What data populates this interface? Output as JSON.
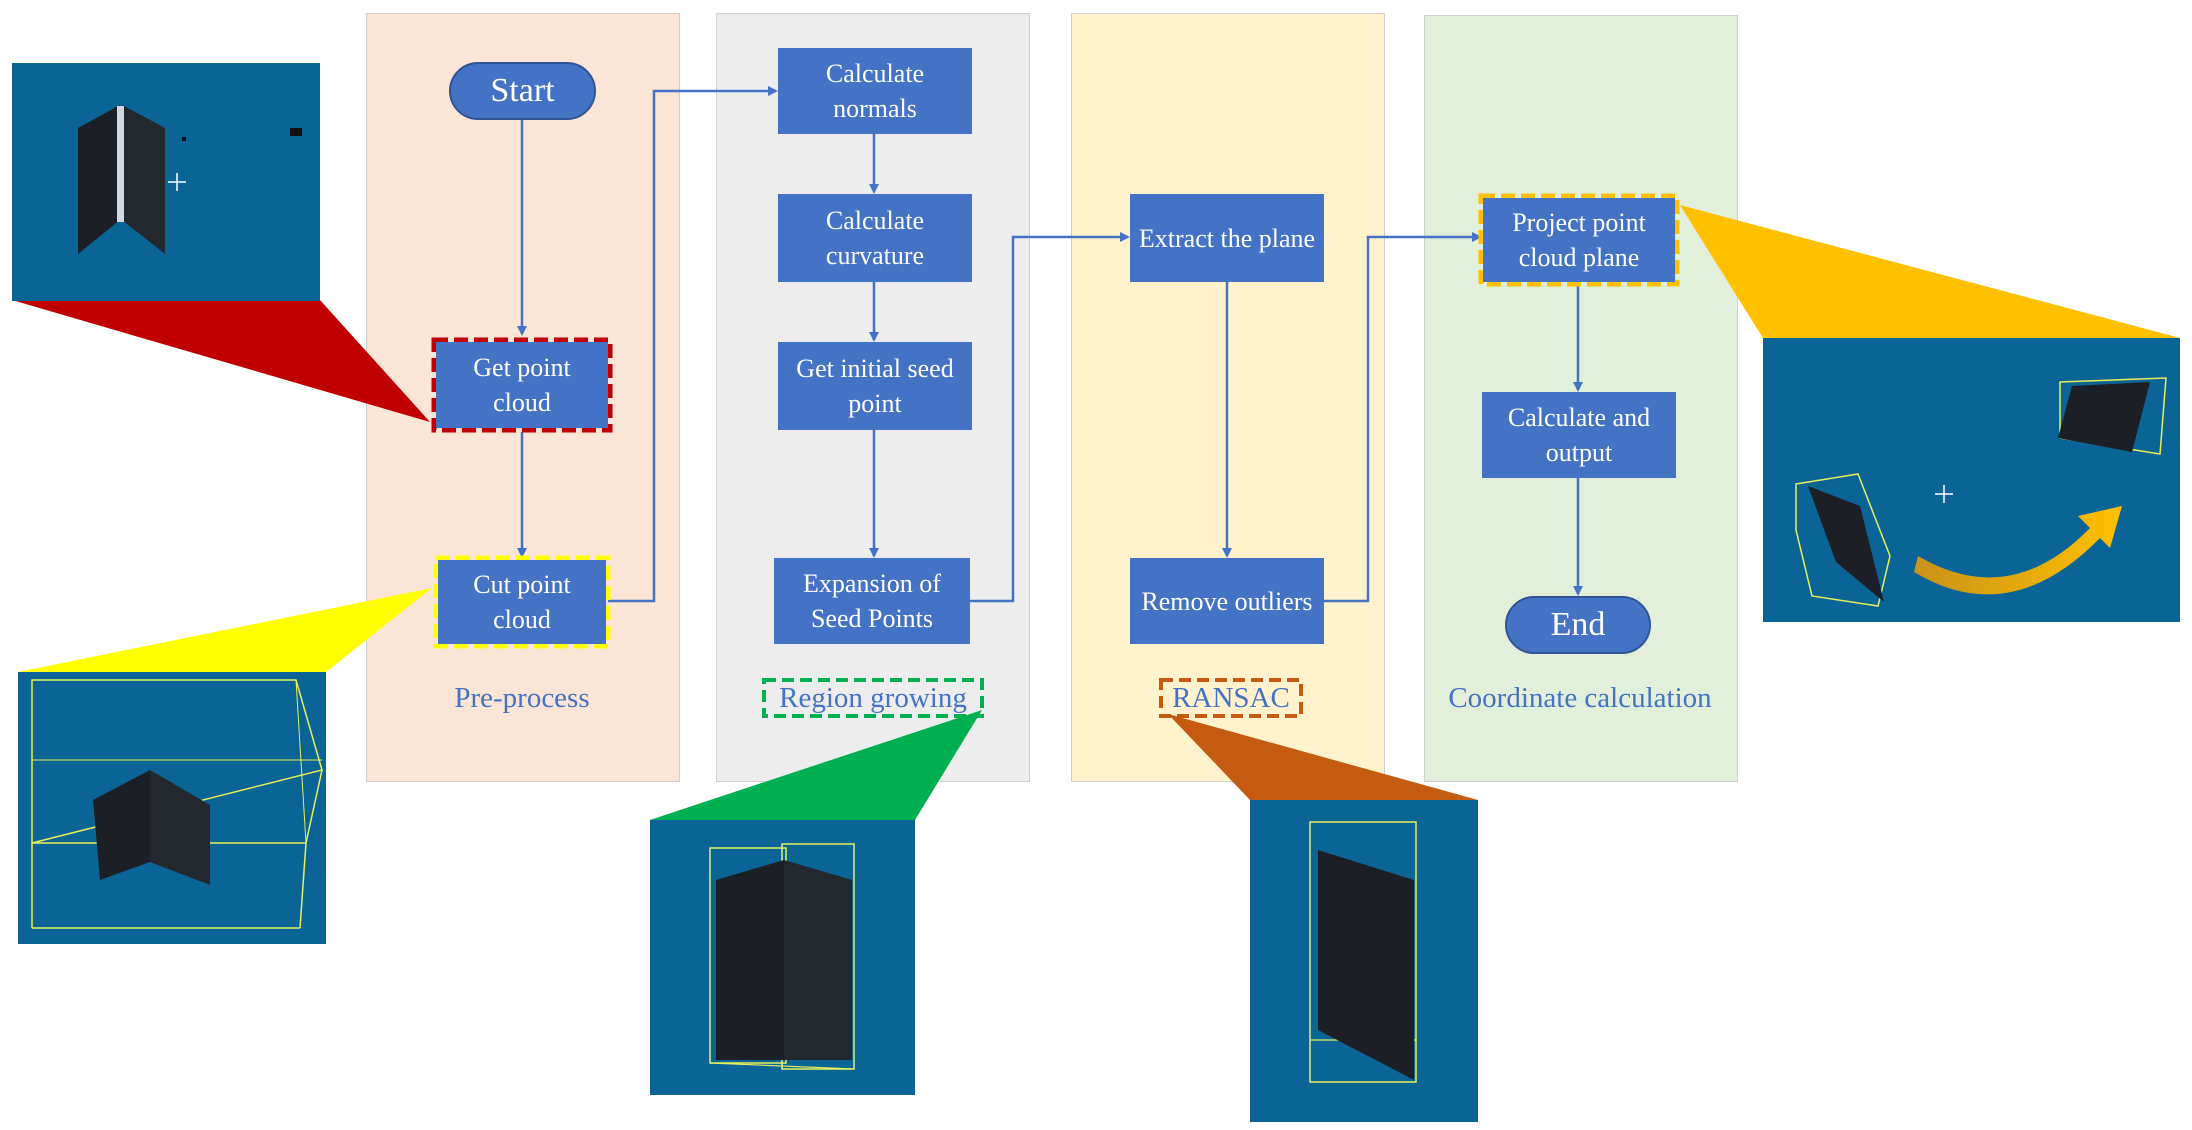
{
  "diagram": {
    "stages": [
      {
        "id": "preprocess",
        "label": "Pre-process",
        "bg": "#fbe5d6"
      },
      {
        "id": "region",
        "label": "Region growing",
        "bg": "#ededed",
        "label_box_color": "#00b050"
      },
      {
        "id": "ransac",
        "label": "RANSAC",
        "bg": "#fff2cc",
        "label_box_color": "#c55a11"
      },
      {
        "id": "coord",
        "label": "Coordinate calculation",
        "bg": "#e2efda"
      }
    ],
    "nodes": {
      "start": "Start",
      "get_point_cloud": "Get point cloud",
      "cut_point_cloud": "Cut point cloud",
      "calculate_normals": "Calculate normals",
      "calculate_curvature": "Calculate curvature",
      "get_initial_seed_point": "Get initial seed point",
      "expansion_of_seed_points": "Expansion of Seed Points",
      "extract_the_plane": "Extract the plane",
      "remove_outliers": "Remove outliers",
      "project_point_cloud_plane": "Project point cloud plane",
      "calculate_and_output": "Calculate and output",
      "end": "End"
    },
    "colors": {
      "node_fill": "#4472c4",
      "arrow": "#4472c4",
      "viewport_bg": "#0b6496",
      "get_point_cloud_highlight": "#c00000",
      "cut_point_cloud_highlight": "#ffff00",
      "region_growing_highlight": "#00b050",
      "ransac_highlight": "#c55a11",
      "project_highlight": "#ffc000"
    },
    "icons": [
      "point-cloud-thumbnail",
      "bounding-box-icon",
      "curved-arrow-icon",
      "crosshair-icon"
    ]
  }
}
